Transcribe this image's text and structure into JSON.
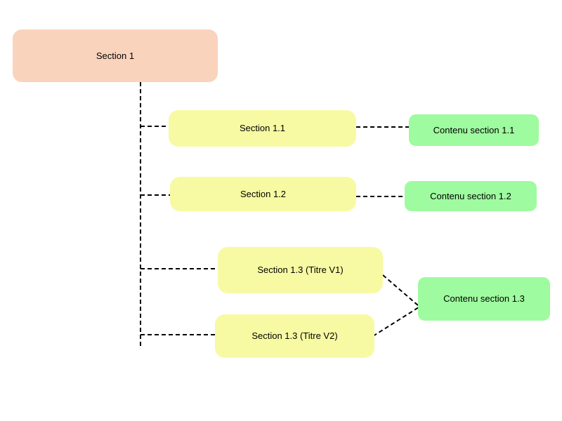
{
  "diagram": {
    "type": "tree",
    "colors": {
      "root_fill": "#fad3bd",
      "section_fill": "#f7faa2",
      "content_fill": "#9ffb9f",
      "connector": "#000000",
      "background": "#ffffff",
      "text": "#000000"
    },
    "connector_style": "dashed",
    "nodes": {
      "section_1": {
        "label": "Section 1",
        "role": "root"
      },
      "section_1_1": {
        "label": "Section 1.1",
        "role": "section"
      },
      "section_1_2": {
        "label": "Section 1.2",
        "role": "section"
      },
      "section_1_3_v1": {
        "label": "Section 1.3 (Titre V1)",
        "role": "section"
      },
      "section_1_3_v2": {
        "label": "Section 1.3 (Titre V2)",
        "role": "section"
      },
      "contenu_1_1": {
        "label": "Contenu section 1.1",
        "role": "content"
      },
      "contenu_1_2": {
        "label": "Contenu section 1.2",
        "role": "content"
      },
      "contenu_1_3": {
        "label": "Contenu section 1.3",
        "role": "content"
      }
    },
    "edges": [
      {
        "from": "Section 1",
        "to": "Section 1.1",
        "style": "dashed"
      },
      {
        "from": "Section 1",
        "to": "Section 1.2",
        "style": "dashed"
      },
      {
        "from": "Section 1",
        "to": "Section 1.3 (Titre V1)",
        "style": "dashed"
      },
      {
        "from": "Section 1",
        "to": "Section 1.3 (Titre V2)",
        "style": "dashed"
      },
      {
        "from": "Section 1.1",
        "to": "Contenu section 1.1",
        "style": "dashed"
      },
      {
        "from": "Section 1.2",
        "to": "Contenu section 1.2",
        "style": "dashed"
      },
      {
        "from": "Section 1.3 (Titre V1)",
        "to": "Contenu section 1.3",
        "style": "dashed"
      },
      {
        "from": "Section 1.3 (Titre V2)",
        "to": "Contenu section 1.3",
        "style": "dashed"
      }
    ]
  }
}
